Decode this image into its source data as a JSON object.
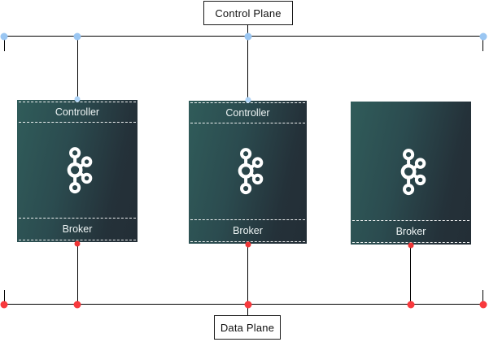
{
  "diagram": {
    "control_plane": {
      "label": "Control Plane"
    },
    "data_plane": {
      "label": "Data Plane"
    },
    "nodes": [
      {
        "controller_label": "Controller",
        "broker_label": "Broker",
        "icon": "kafka-logo"
      },
      {
        "controller_label": "Controller",
        "broker_label": "Broker",
        "icon": "kafka-logo"
      },
      {
        "broker_label": "Broker",
        "icon": "kafka-logo"
      }
    ],
    "colors": {
      "control_plane_dot": "#9ac6f2",
      "data_plane_dot": "#f8393d",
      "node_fill_teal": "#305c5a",
      "node_fill_dark": "#232e36",
      "connector_line": "#000000",
      "node_border": "#ffffff",
      "node_text": "#eef4f4",
      "label_text": "#111111"
    }
  }
}
